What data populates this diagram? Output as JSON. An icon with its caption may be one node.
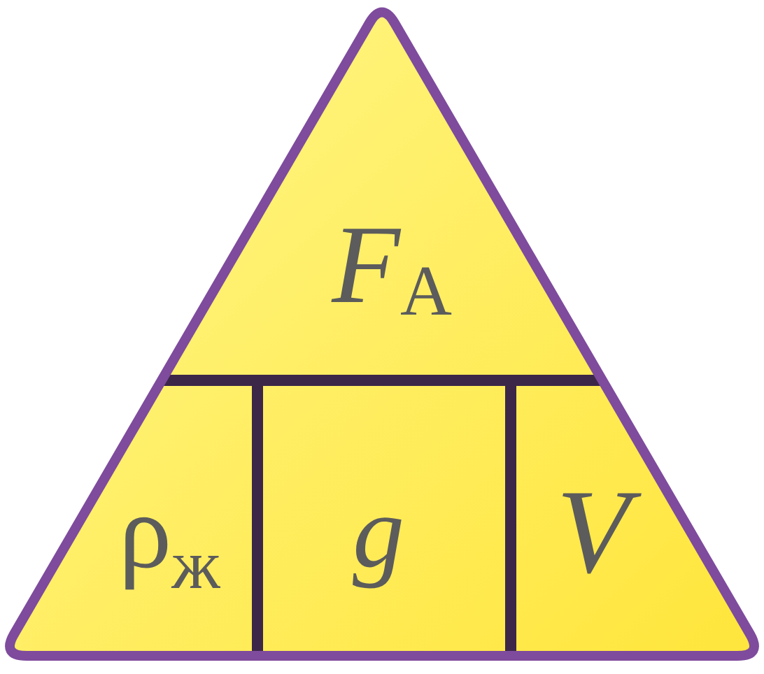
{
  "diagram": {
    "nodes": [
      {
        "text": [
          "*F*$_{А}$"
        ]
      },
      {
        "text": [
          "ρ$_{ж}$"
        ]
      },
      {
        "text": [
          "g"
        ]
      },
      {
        "text": [
          "V"
        ]
      }
    ]
  }
}
